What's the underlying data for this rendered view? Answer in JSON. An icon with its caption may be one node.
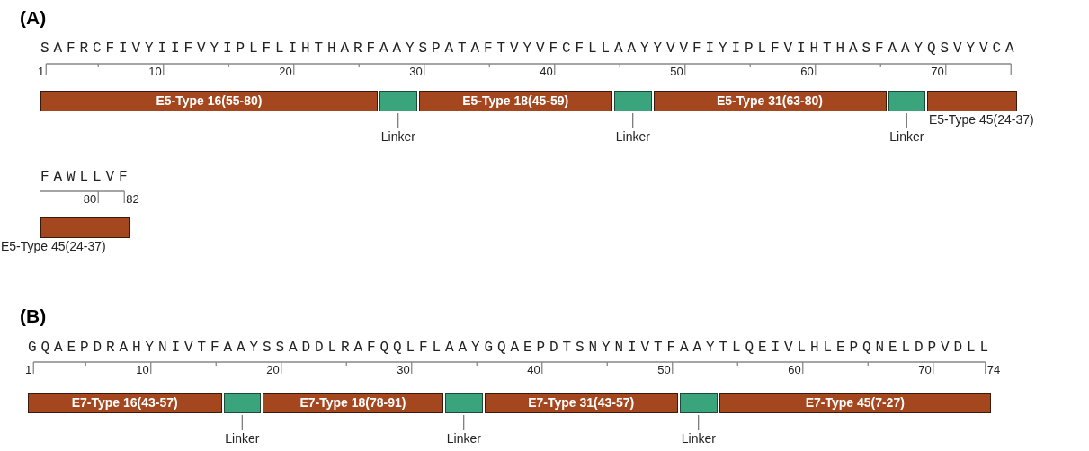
{
  "diagram": {
    "nodes": [
      {
        "text": [
          "E5-Type 16(55-80)"
        ]
      },
      {
        "text": [],
        "shape": "bar"
      },
      {
        "text": [
          "E5-Type 18(45-59)"
        ]
      },
      {
        "text": [],
        "shape": "bar"
      },
      {
        "text": [
          "E5-Type 31(63-80)"
        ]
      },
      {
        "text": [],
        "shape": "bar"
      },
      {
        "text": [
          "E5-Type 45(24-37)"
        ]
      },
      {
        "text": [
          "Linker"
        ]
      },
      {
        "text": [
          "Linker"
        ]
      },
      {
        "text": [
          "Linker"
        ]
      },
      {
        "text": [
          "E5-Type 45(24-37)"
        ]
      },
      {
        "text": [
          "E7-Type 16(43-57)"
        ]
      },
      {
        "text": [],
        "shape": "bar"
      },
      {
        "text": [
          "E7-Type 18(78-91)"
        ]
      },
      {
        "text": [],
        "shape": "bar"
      },
      {
        "text": [
          "E7-Type 31(43-57)"
        ]
      },
      {
        "text": [],
        "shape": "bar"
      },
      {
        "text": [
          "E7-Type 45(7-27)"
        ]
      },
      {
        "text": [
          "Linker"
        ]
      },
      {
        "text": [
          "Linker"
        ]
      },
      {
        "text": [
          "Linker"
        ]
      }
    ],
    "edges": [
      {
        "from": 7,
        "to": 1,
        "arrow": "none"
      },
      {
        "from": 8,
        "to": 3,
        "arrow": "none"
      },
      {
        "from": 9,
        "to": 5,
        "arrow": "none"
      },
      {
        "from": 18,
        "to": 12,
        "arrow": "none"
      },
      {
        "from": 19,
        "to": 14,
        "arrow": "none"
      },
      {
        "from": 20,
        "to": 16,
        "arrow": "none"
      }
    ],
    "labels": [
      "(A)",
      "SAFRCFIVYIIFVYIPLFLIHTHARFAAYSPATAFTVYVFCFLLAAYYVVFIYIPLFVIHTHASFAAYQSVYVCA",
      "1",
      "10",
      "20",
      "30",
      "40",
      "50",
      "60",
      "70",
      "FAWLLVF",
      "80",
      "82",
      "(B)",
      "GQAEPDRAHYNIVTFAAYSSADDLRAFQQLFLAAYGQAEPDTSNYNIVTFAAYTLQEIVLHLEPQNELDPVDLL",
      "1",
      "10",
      "20",
      "30",
      "40",
      "50",
      "60",
      "70",
      "74"
    ]
  }
}
